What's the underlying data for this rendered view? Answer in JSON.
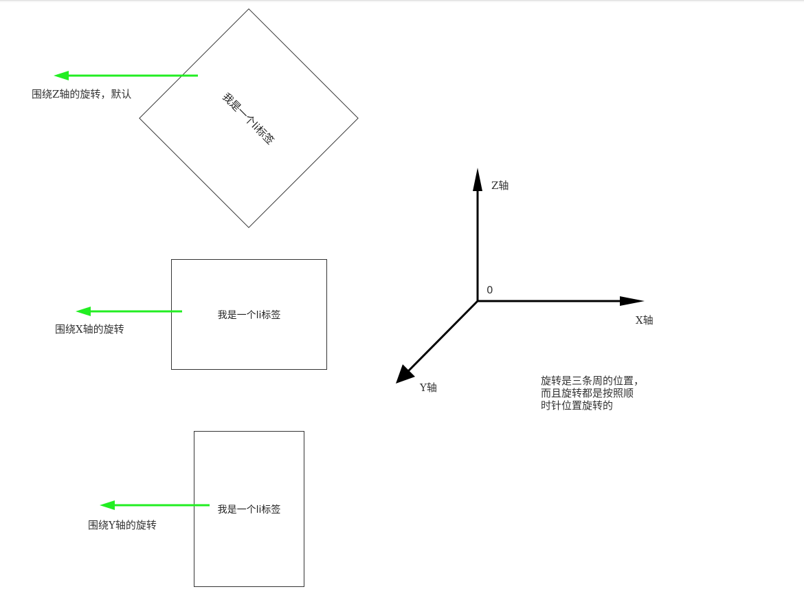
{
  "boxes": {
    "z_label": "我是一个li标签",
    "x_label": "我是一个li标签",
    "y_label": "我是一个li标签"
  },
  "captions": {
    "z": "围绕Z轴的旋转，默认",
    "x": "围绕X轴的旋转",
    "y": "围绕Y轴的旋转"
  },
  "axes": {
    "z": "Z轴",
    "x": "X轴",
    "y": "Y轴",
    "origin": "0"
  },
  "note": {
    "lines": [
      "旋转是三条周的位置，",
      "而且旋转都是按照顺",
      "时针位置旋转的"
    ]
  },
  "colors": {
    "arrow_green": "#22ee22",
    "axis_black": "#000000"
  }
}
